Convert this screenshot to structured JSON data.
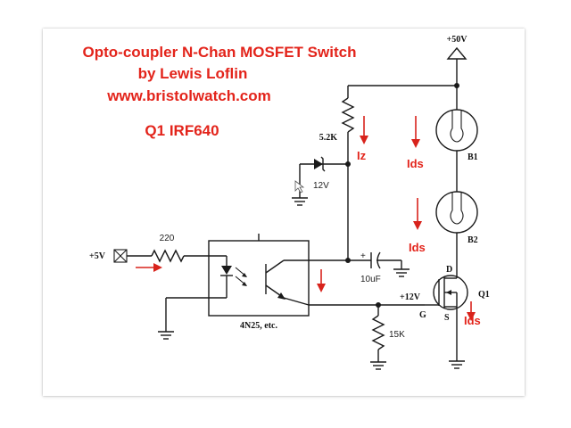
{
  "title": {
    "line1": "Opto-coupler N-Chan MOSFET Switch",
    "line2": "by Lewis Loflin",
    "line3": "www.bristolwatch.com",
    "part": "Q1 IRF640"
  },
  "supply_labels": {
    "v50": "+50V",
    "v5": "+5V",
    "v12": "+12V"
  },
  "components": {
    "r1": "5.2K",
    "zener": "12V",
    "r_in": "220",
    "cap": "10uF",
    "r_gate": "15K",
    "opto": "4N25, etc.",
    "b1": "B1",
    "b2": "B2",
    "q1": "Q1",
    "pin_d": "D",
    "pin_g": "G",
    "pin_s": "S"
  },
  "currents": {
    "iz": "Iz",
    "ids1": "Ids",
    "ids2": "Ids",
    "ids3": "Ids"
  },
  "colors": {
    "title": "#e3241b",
    "arrows": "#d8231c",
    "wires": "#1a1a1a",
    "background": "#ffffff"
  }
}
